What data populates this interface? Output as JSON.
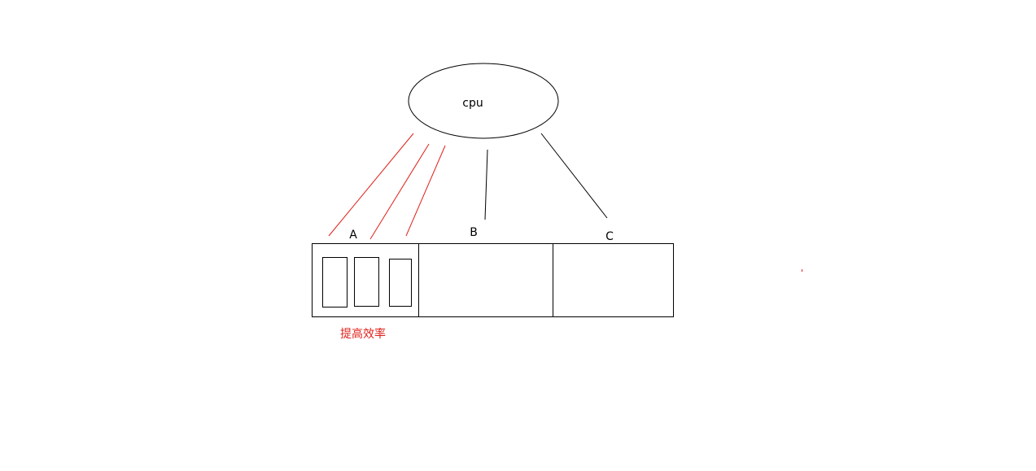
{
  "diagram": {
    "cpu": {
      "label": "cpu"
    },
    "segments": [
      {
        "id": "A",
        "label": "A"
      },
      {
        "id": "B",
        "label": "B"
      },
      {
        "id": "C",
        "label": "C"
      }
    ],
    "annotation": {
      "text": "提高效率"
    },
    "colors": {
      "background": "#ffffff",
      "stroke": "#000000",
      "highlight": "#e0201a"
    }
  }
}
